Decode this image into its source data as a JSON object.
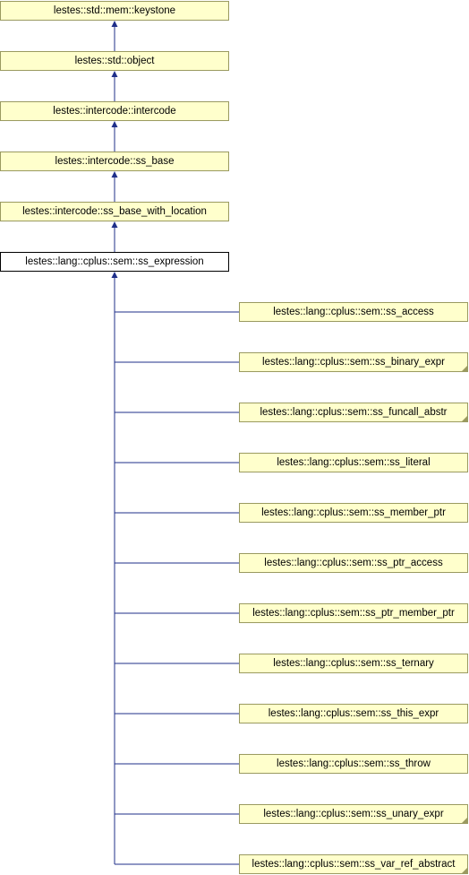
{
  "ancestors": [
    "lestes::std::mem::keystone",
    "lestes::std::object",
    "lestes::intercode::intercode",
    "lestes::intercode::ss_base",
    "lestes::intercode::ss_base_with_location"
  ],
  "current": "lestes::lang::cplus::sem::ss_expression",
  "children": [
    {
      "label": "lestes::lang::cplus::sem::ss_access",
      "has_more": false
    },
    {
      "label": "lestes::lang::cplus::sem::ss_binary_expr",
      "has_more": true
    },
    {
      "label": "lestes::lang::cplus::sem::ss_funcall_abstr",
      "has_more": true
    },
    {
      "label": "lestes::lang::cplus::sem::ss_literal",
      "has_more": false
    },
    {
      "label": "lestes::lang::cplus::sem::ss_member_ptr",
      "has_more": false
    },
    {
      "label": "lestes::lang::cplus::sem::ss_ptr_access",
      "has_more": false
    },
    {
      "label": "lestes::lang::cplus::sem::ss_ptr_member_ptr",
      "has_more": false
    },
    {
      "label": "lestes::lang::cplus::sem::ss_ternary",
      "has_more": false
    },
    {
      "label": "lestes::lang::cplus::sem::ss_this_expr",
      "has_more": false
    },
    {
      "label": "lestes::lang::cplus::sem::ss_throw",
      "has_more": false
    },
    {
      "label": "lestes::lang::cplus::sem::ss_unary_expr",
      "has_more": true
    },
    {
      "label": "lestes::lang::cplus::sem::ss_var_ref_abstract",
      "has_more": true
    }
  ],
  "colors": {
    "edge": "#1f2f8a",
    "node_fill": "#ffffcc",
    "node_border": "#9a9a60"
  }
}
